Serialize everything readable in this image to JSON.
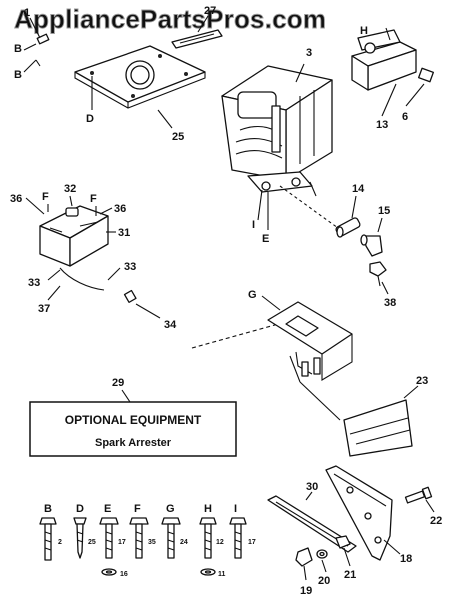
{
  "watermark": "AppliancePartsPros.com",
  "callouts": {
    "c1": "1",
    "c27": "27",
    "c3": "3",
    "c25": "25",
    "c13": "13",
    "c6": "6",
    "c14": "14",
    "c15": "15",
    "c38": "38",
    "c36a": "36",
    "c32": "32",
    "c36b": "36",
    "c31": "31",
    "c33a": "33",
    "c33b": "33",
    "c37": "37",
    "c34": "34",
    "c29": "29",
    "c23": "23",
    "c30": "30",
    "c22": "22",
    "c18": "18",
    "c21": "21",
    "c20": "20",
    "c19": "19"
  },
  "letters": {
    "B1": "B",
    "B2": "B",
    "D": "D",
    "H": "H",
    "F1": "F",
    "F2": "F",
    "I": "I",
    "E": "E",
    "G": "G"
  },
  "optional_box": {
    "title": "OPTIONAL EQUIPMENT",
    "subtitle": "Spark Arrester"
  },
  "hardware": [
    {
      "letter": "B",
      "part": "2"
    },
    {
      "letter": "D",
      "part": "25"
    },
    {
      "letter": "E",
      "part": "17"
    },
    {
      "letter": "F",
      "part": "35"
    },
    {
      "letter": "G",
      "part": "24"
    },
    {
      "letter": "H",
      "part": "12"
    },
    {
      "letter": "I",
      "part": "17"
    }
  ],
  "washers": {
    "w1": "16",
    "w2": "11"
  }
}
